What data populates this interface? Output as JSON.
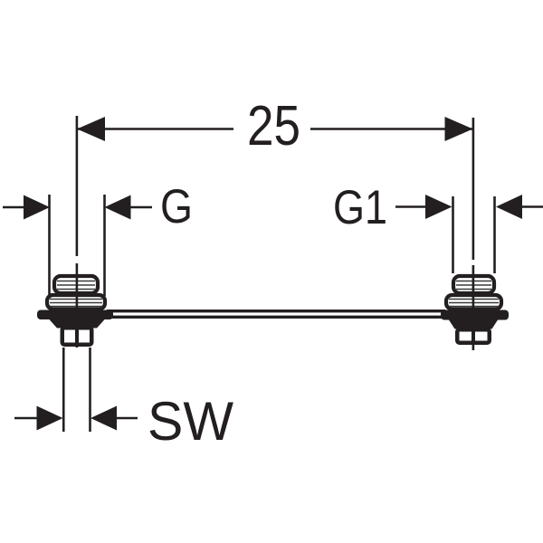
{
  "diagram": {
    "type": "technical-dimension-drawing",
    "background_color": "#ffffff",
    "line_color": "#231f20",
    "labels": {
      "center_distance": "25",
      "thread_left": "G",
      "thread_right": "G1",
      "wrench_size": "SW"
    }
  }
}
